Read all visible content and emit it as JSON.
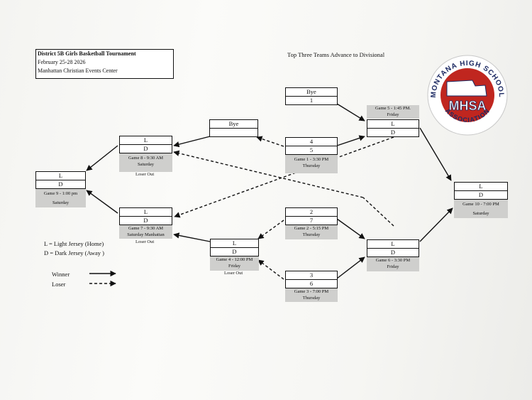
{
  "header": {
    "title": "District 5B Girls Basketball Tournament",
    "dates": "February 25-28 2026",
    "venue": "Manhattan Christian Events Center"
  },
  "subtitle": "Top Three Teams Advance to Divisional",
  "logo": {
    "arc_text": "MONTANA HIGH SCHOOL",
    "main_text": "MHSA",
    "bottom_text": "ASSOCIATION"
  },
  "bye": "Bye",
  "games": {
    "g1": {
      "top": "4",
      "bottom": "5",
      "info1": "Game 1 - 3:30 PM",
      "info2": "Thursday"
    },
    "g2": {
      "top": "2",
      "bottom": "7",
      "info1": "Game 2 - 5:15 PM",
      "info2": "Thursday"
    },
    "g3": {
      "top": "3",
      "bottom": "6",
      "info1": "Game 3 - 7:00 PM",
      "info2": "Thursday"
    },
    "g4": {
      "top": "L",
      "bottom": "D",
      "info1": "Game 4 - 12:00 PM",
      "info2": "Friday",
      "note": "Loser Out"
    },
    "g5": {
      "top": "L",
      "bottom": "D",
      "info1": "Game 5 - 1:45 PM.",
      "info2": "Friday"
    },
    "g6": {
      "top": "L",
      "bottom": "D",
      "info1": "Game 6 - 3:30 PM",
      "info2": "Friday"
    },
    "g7": {
      "top": "L",
      "bottom": "D",
      "info1": "Game 7 - 9:30 AM",
      "info2": "Saturday Manhattan",
      "note": "Loser Out"
    },
    "g8": {
      "top": "L",
      "bottom": "D",
      "info1": "Game 8 - 9:30 AM",
      "info2": "Saturday",
      "note": "Loser Out"
    },
    "g9": {
      "top": "L",
      "bottom": "D",
      "info1": "Game 9 - 1:00 pm",
      "info2": "Saturday"
    },
    "g10": {
      "top": "L",
      "bottom": "D",
      "info1": "Game 10 - 7:00 PM",
      "info2": "Saturday"
    }
  },
  "seed1_bye": {
    "top": "Bye",
    "bottom": "1"
  },
  "legend": {
    "light": "L = Light Jersey  (Home)",
    "dark": "D = Dark Jersey  (Away )",
    "winner": "Winner",
    "loser": "Loser"
  }
}
